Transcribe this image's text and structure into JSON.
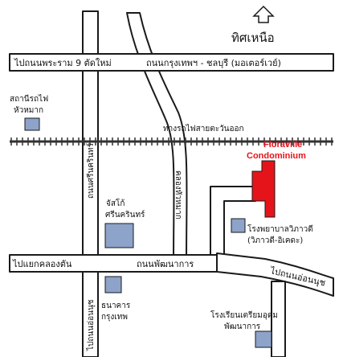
{
  "colors": {
    "road_fill": "#ffffff",
    "road_stroke": "#1a1a1a",
    "building": "#8ea3c9",
    "condo": "#e5141b",
    "condo_label": "#e5141b",
    "rail": "#333333"
  },
  "icons": {
    "north": "north-arrow-icon"
  },
  "north": {
    "label": "ทิศเหนือ"
  },
  "roads": {
    "rama9": "ไปถนนพระราม 9 ตัดใหม่",
    "motorway": "ถนนกรุงเทพฯ - ชลบุรี (มอเตอร์เวย์)",
    "srinakarin": "ถนนศรีนครินทร์",
    "khlong_ton": "ไปแยกคลองตัน",
    "pattanakarn": "ถนนพัฒนาการ",
    "on_nut_right": "ไปถนนอ่อนนุช",
    "on_nut_bottom": "ไปถนนอ่อนนุช",
    "canal": "คลองหัวหมาก"
  },
  "railway": {
    "label": "ทางรถไฟสายตะวันออก"
  },
  "landmarks": {
    "station_line1": "สถานีรถไฟ",
    "station_line2": "หัวหมาก",
    "seacon_line1": "จัสโก้",
    "seacon_line2": "ศรีนครินทร์",
    "hospital_line1": "โรงพยาบาลวิภาวดี",
    "hospital_line2": "(วิภาวดี-อิเคดะ)",
    "bank_line1": "ธนาคาร",
    "bank_line2": "กรุงเทพ",
    "school_line1": "โรงเรียนเตรียมอุดม",
    "school_line2": "พัฒนาการ"
  },
  "condo": {
    "line1": "Floraville",
    "line2": "Condominium"
  }
}
